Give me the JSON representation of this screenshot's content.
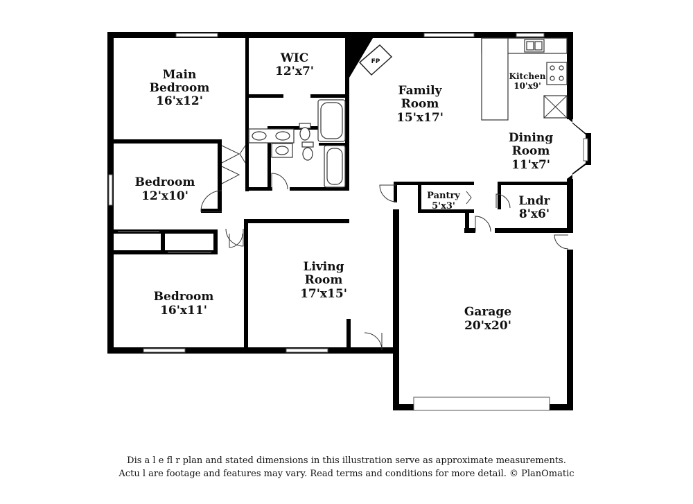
{
  "rooms": {
    "main_bedroom": {
      "name_1": "Main",
      "name_2": "Bedroom",
      "size": "16'x12'"
    },
    "wic": {
      "name": "WIC",
      "size": "12'x7'"
    },
    "family_room": {
      "name_1": "Family",
      "name_2": "Room",
      "size": "15'x17'"
    },
    "kitchen": {
      "name": "Kitchen",
      "size": "10'x9'"
    },
    "dining_room": {
      "name_1": "Dining",
      "name_2": "Room",
      "size": "11'x7'"
    },
    "bedroom_2": {
      "name": "Bedroom",
      "size": "12'x10'"
    },
    "pantry": {
      "name": "Pantry",
      "size": "5'x3'"
    },
    "laundry": {
      "name": "Lndr",
      "size": "8'x6'"
    },
    "living_room": {
      "name_1": "Living",
      "name_2": "Room",
      "size": "17'x15'"
    },
    "bedroom_3": {
      "name": "Bedroom",
      "size": "16'x11'"
    },
    "garage": {
      "name": "Garage",
      "size": "20'x20'"
    }
  },
  "fireplace_label": "FP",
  "disclaimer": {
    "line1": "Dis   a     l   e fl   r plan and stated dimensions in this illustration serve as approximate measurements.",
    "line2": "Actu   l   are footage and features may vary. Read terms and conditions for more detail. © PlanOmatic"
  }
}
